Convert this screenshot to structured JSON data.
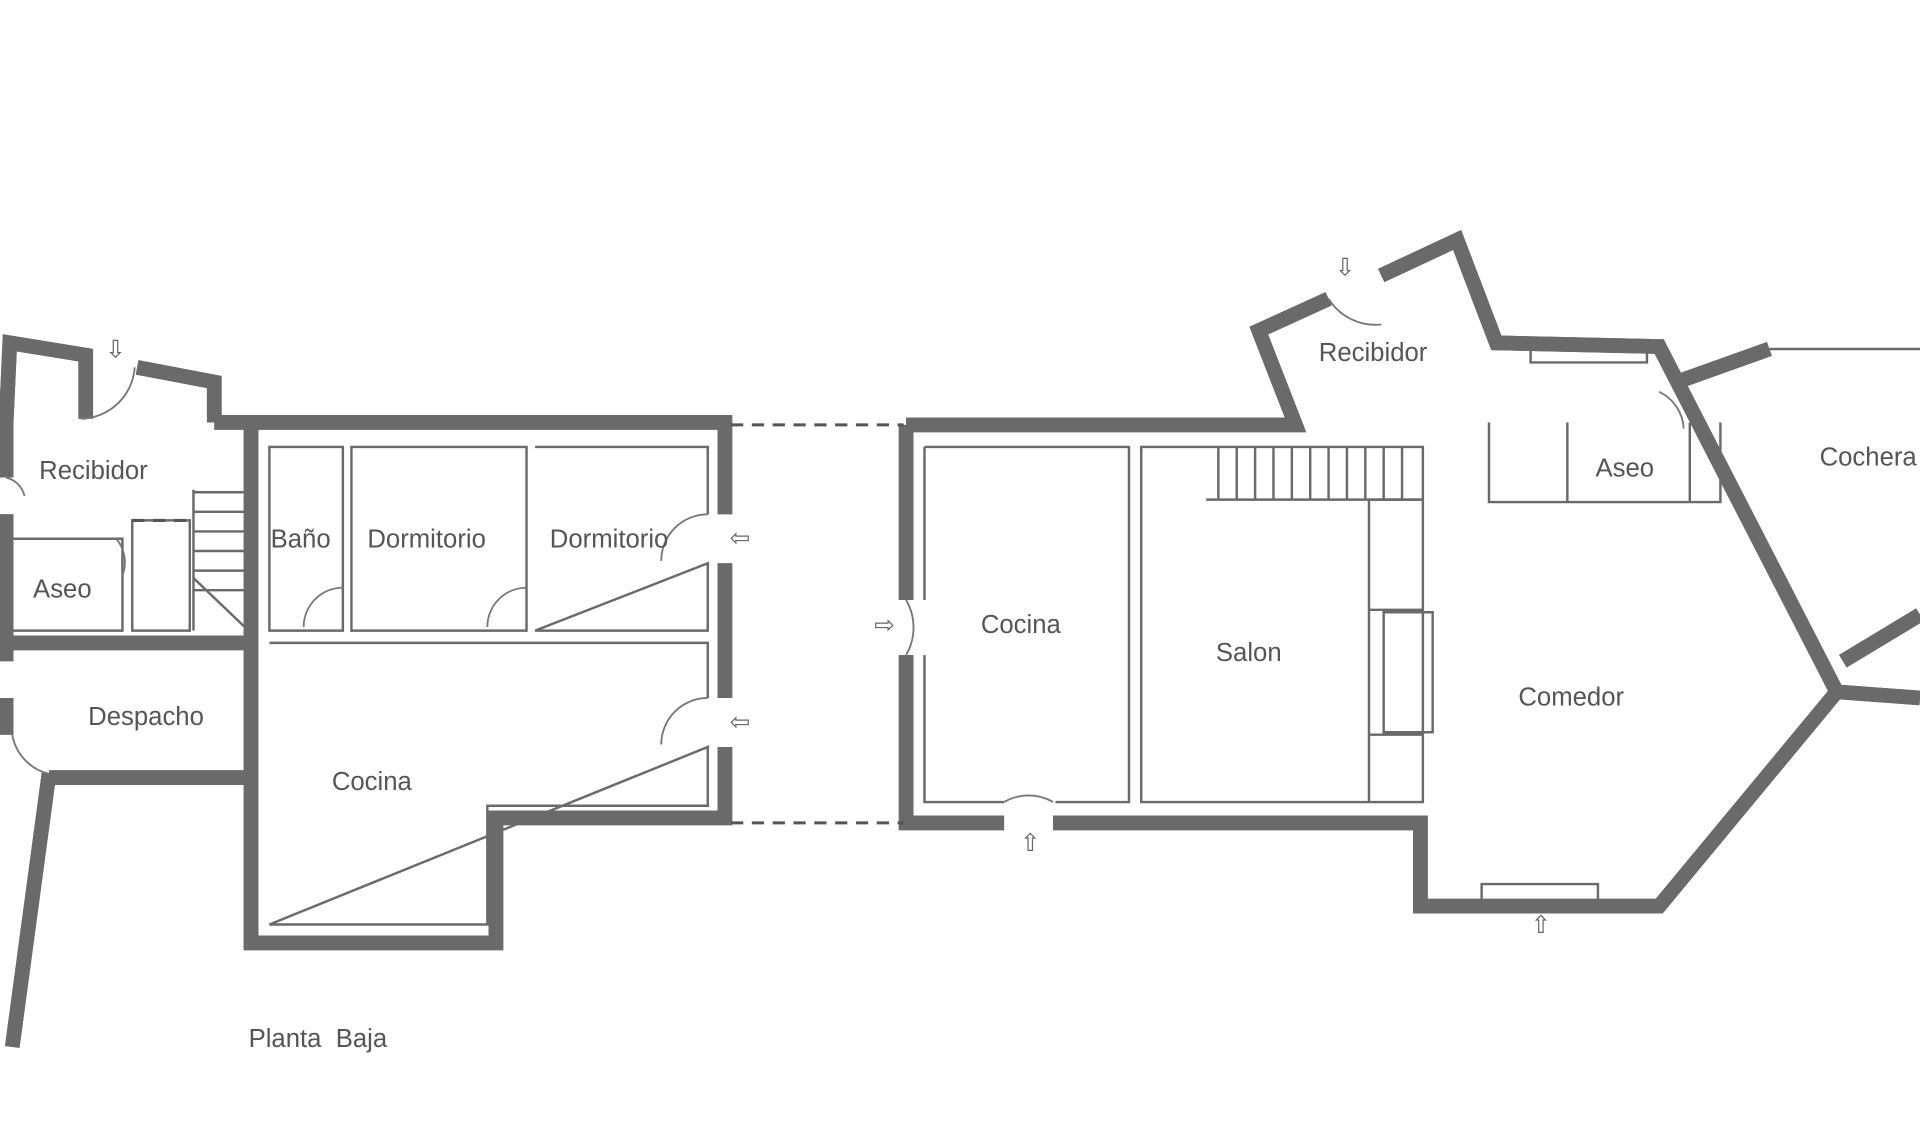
{
  "plan": {
    "title": "Planta  Baja",
    "left_building": {
      "rooms": [
        "Recibidor",
        "Aseo",
        "Baño",
        "Dormitorio",
        "Dormitorio",
        "Despacho",
        "Cocina"
      ]
    },
    "right_building": {
      "rooms": [
        "Recibidor",
        "Aseo",
        "Cochera",
        "Cocina",
        "Salon",
        "Comedor"
      ]
    },
    "entrance_icons": [
      "arrow-down-icon",
      "arrow-left-icon",
      "arrow-right-icon",
      "arrow-up-icon"
    ],
    "colors": {
      "walls": "#6a6a6a",
      "labels": "#555555",
      "background": "#ffffff"
    }
  }
}
